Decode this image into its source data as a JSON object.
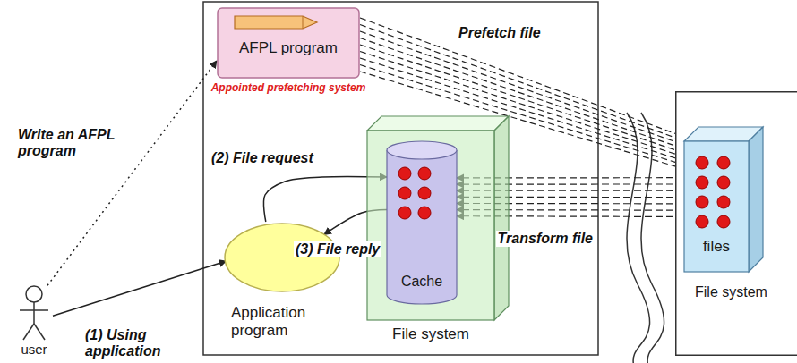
{
  "diagram": {
    "nodes": [
      {
        "text": [
          "AFPL program",
          "Appointed prefetching system"
        ]
      },
      {
        "text": [
          "Application program"
        ]
      },
      {
        "text": [
          "File system"
        ]
      },
      {
        "text": [
          "Cache"
        ],
        "in": 2
      },
      {
        "text": [
          "File system"
        ]
      },
      {
        "text": [
          "files"
        ],
        "in": 4
      },
      {
        "text": [
          "user"
        ]
      }
    ],
    "edges": [
      {
        "from": 6,
        "to": 1,
        "label": "(1) Using application",
        "arrow": "to"
      },
      {
        "from": 6,
        "to": 0,
        "label": "Write an AFPL program",
        "arrow": "to"
      },
      {
        "from": 0,
        "to": 5,
        "label": "Prefetch file",
        "arrow": "to"
      },
      {
        "from": 1,
        "to": 3,
        "label": "(2) File request",
        "arrow": "to"
      },
      {
        "from": 3,
        "to": 1,
        "label": "(3) File reply",
        "arrow": "to"
      },
      {
        "from": 5,
        "to": 3,
        "label": "Transform file",
        "arrow": "to"
      }
    ]
  }
}
